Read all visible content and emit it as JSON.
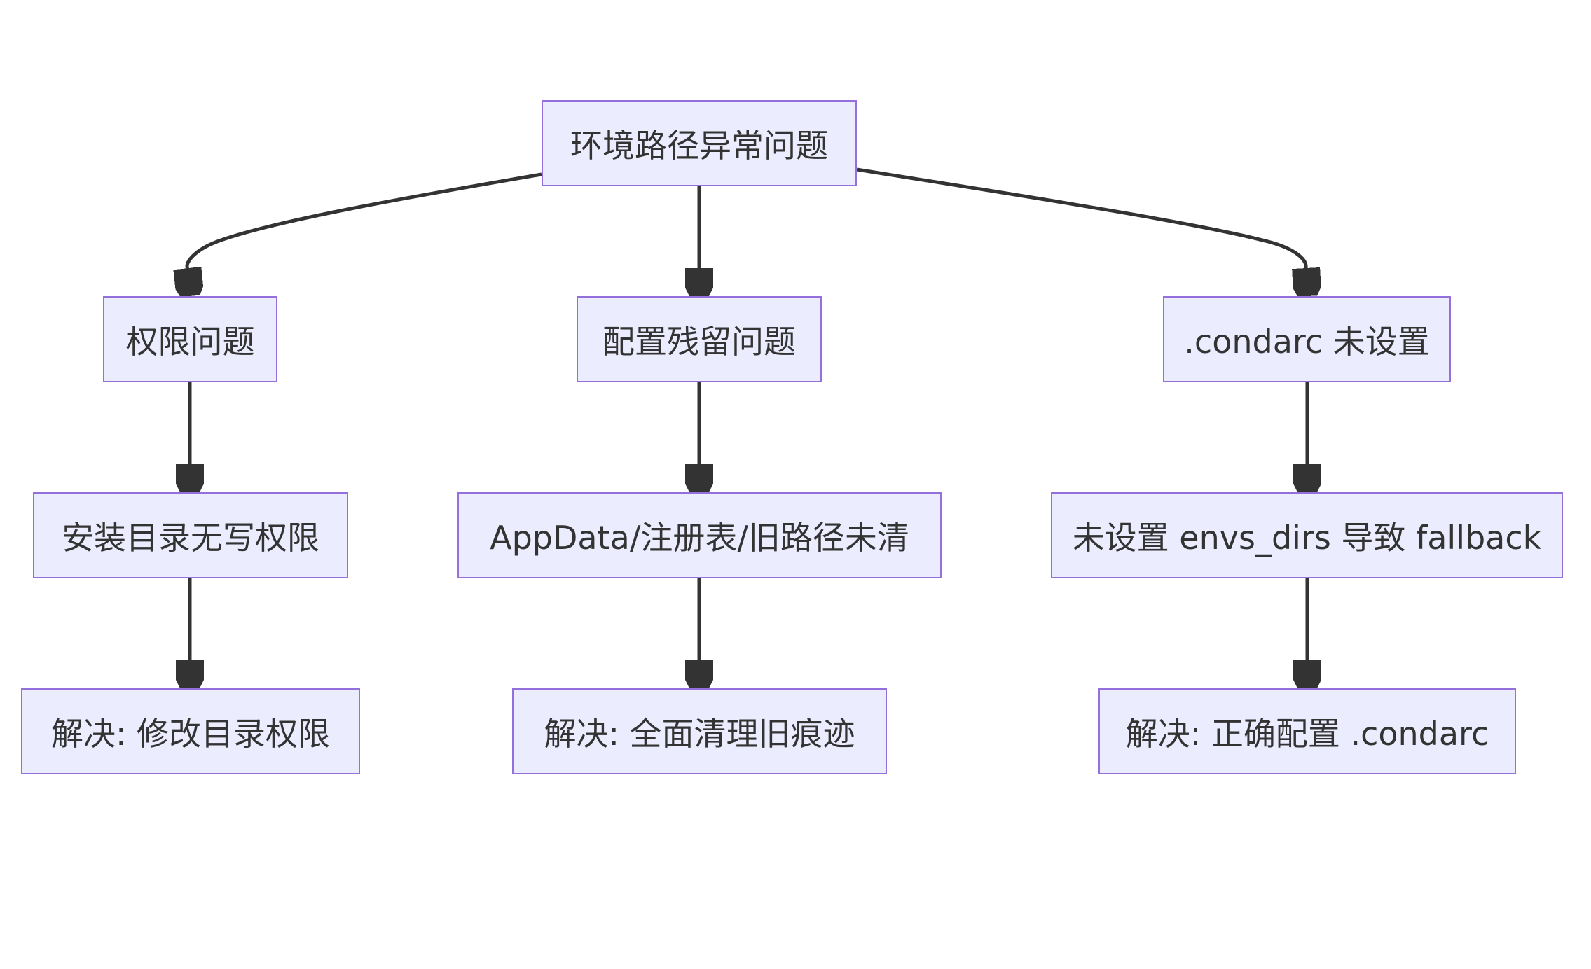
{
  "nodes": {
    "root": "环境路径异常问题",
    "permission_issue": "权限问题",
    "config_residue_issue": "配置残留问题",
    "condarc_unset": ".condarc 未设置",
    "no_write_permission": "安装目录无写权限",
    "old_paths_uncleared": "AppData/注册表/旧路径未清",
    "envs_dirs_fallback": "未设置 envs_dirs 导致 fallback",
    "fix_permissions": "解决: 修改目录权限",
    "fix_cleanup": "解决: 全面清理旧痕迹",
    "fix_condarc": "解决: 正确配置 .condarc"
  },
  "edges": [
    [
      "root",
      "permission_issue"
    ],
    [
      "root",
      "config_residue_issue"
    ],
    [
      "root",
      "condarc_unset"
    ],
    [
      "permission_issue",
      "no_write_permission"
    ],
    [
      "config_residue_issue",
      "old_paths_uncleared"
    ],
    [
      "condarc_unset",
      "envs_dirs_fallback"
    ],
    [
      "no_write_permission",
      "fix_permissions"
    ],
    [
      "old_paths_uncleared",
      "fix_cleanup"
    ],
    [
      "envs_dirs_fallback",
      "fix_condarc"
    ]
  ]
}
